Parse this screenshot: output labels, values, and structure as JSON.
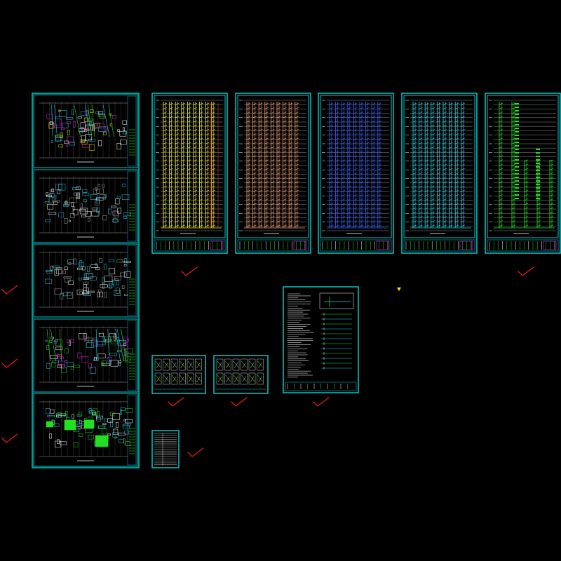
{
  "drawing": {
    "background": "#000000",
    "colors": {
      "frame": "#00c8c8",
      "check_mark": "#e01a1a",
      "grid_line": "#c8c8c8",
      "yellow": "#f0f000",
      "orange": "#f4a070",
      "blue": "#2a5cff",
      "cyan": "#20d0e8",
      "green": "#20e020",
      "white": "#ffffff",
      "magenta": "#e020e0"
    },
    "floor_plan_sheet": {
      "panel_count": 5,
      "panel_styles": [
        "pipe-plan",
        "unit-plan",
        "unit-plan",
        "riser-plan",
        "equipment-plan"
      ]
    },
    "system_diagrams": [
      {
        "name": "riser-diagram-yellow",
        "accent": "#f0f000"
      },
      {
        "name": "riser-diagram-orange",
        "accent": "#f4a070"
      },
      {
        "name": "riser-diagram-blue",
        "accent": "#2a5cff"
      },
      {
        "name": "riser-diagram-cyan",
        "accent": "#20d0e8"
      },
      {
        "name": "riser-diagram-green",
        "accent": "#20e020"
      }
    ],
    "detail_sheets": [
      "detail-sheet-1",
      "detail-sheet-2"
    ],
    "notes_sheet": "design-notes-sheet",
    "index_sheet": "drawing-index-sheet",
    "check_marks": 9
  }
}
